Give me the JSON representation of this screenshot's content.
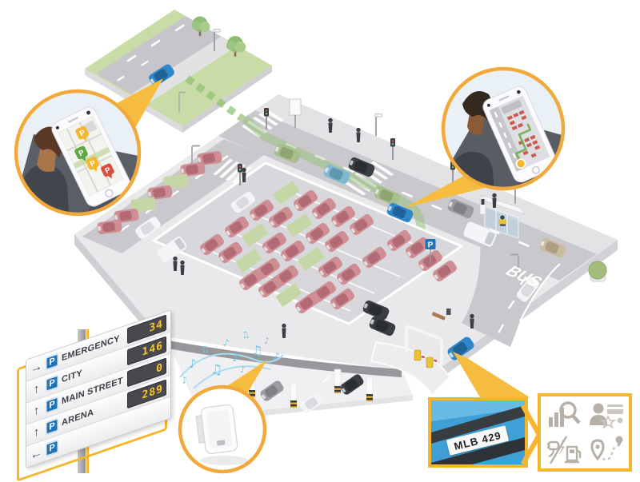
{
  "colors": {
    "accent_yellow": "#F5B62E",
    "beam_yellow": "#F6BC40",
    "occupied_red": "#CE8E94",
    "free_green": "#C6D7A7",
    "route_green": "#8FBF6E",
    "music_blue": "#74C6E8",
    "p_badge_blue": "#2173B8",
    "car_blue": "#2F86C8",
    "panel_blue": "#3FA0D8"
  },
  "sign": {
    "p_letter": "P",
    "rows": [
      {
        "arrow": "→",
        "label": "EMERGENCY",
        "value": "34"
      },
      {
        "arrow": "↑",
        "label": "CITY",
        "value": "146"
      },
      {
        "arrow": "↑",
        "label": "MAIN STREET",
        "value": "0"
      },
      {
        "arrow": "↑",
        "label": "ARENA",
        "value": "289"
      },
      {
        "arrow": "←",
        "label": "",
        "value": ""
      }
    ]
  },
  "street": {
    "bus_lane_label": "BUS"
  },
  "license_plate": {
    "text": "MLB 429"
  },
  "callouts": {
    "left": {
      "description": "pedestrian checking parking availability map on smartphone",
      "pins": [
        {
          "label": "P",
          "color": "#F2B72E"
        },
        {
          "label": "P",
          "color": "#5FA845"
        },
        {
          "label": "P",
          "color": "#F2B72E"
        },
        {
          "label": "P",
          "color": "#D94F43"
        }
      ]
    },
    "right": {
      "description": "driver viewing guided route to free parking spot on smartphone"
    },
    "speaker": {
      "description": "network loudspeaker playing music in garage"
    }
  },
  "icons_panel": {
    "items": [
      {
        "name": "parking-statistics-search"
      },
      {
        "name": "customer-loyalty-payment"
      },
      {
        "name": "ev-charging-and-fuel"
      },
      {
        "name": "route-guidance-pins"
      }
    ]
  }
}
